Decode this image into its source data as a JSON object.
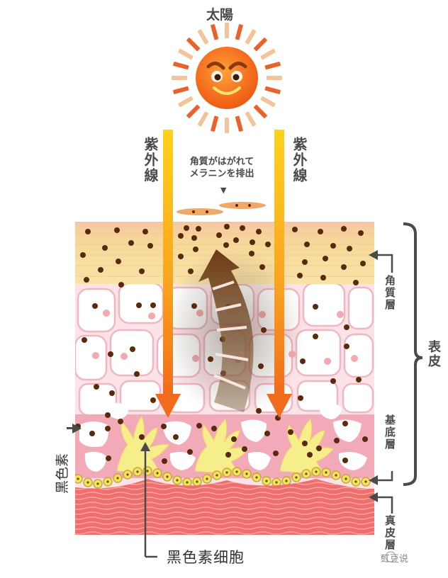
{
  "title": "太陽",
  "uv_labels": {
    "left": "紫外線",
    "right": "紫外線"
  },
  "exfoliation_note": {
    "line1": "角質がはがれて",
    "line2": "メラニンを排出",
    "marker": "▼"
  },
  "layer_labels": {
    "stratum_corneum": "角質層",
    "epidermis": "表皮",
    "basal_layer": "基底層",
    "dermis": "真皮層"
  },
  "annotations": {
    "melanin": "黑色素",
    "melanocyte": "黑色素细胞"
  },
  "watermark": "豇豆说",
  "colors": {
    "sun_core": "#f26a1b",
    "sun_ray_dark": "#e8622a",
    "sun_ray_light": "#f2c49a",
    "uv_arrow_top": "#ffd21a",
    "uv_arrow_bottom": "#f26a1b",
    "corneum": "#f6d99a",
    "corneum_top": "#f3c8a0",
    "epidermis_bg": "#fbe6ea",
    "cell_border": "#f0b7c2",
    "melanin_dot": "#5a2a0e",
    "melanocyte": "#f6ee8a",
    "basal_cell": "#f1e45a",
    "dermis": "#ef6b6b",
    "brown_arrow": "#7a4a22",
    "bracket": "#4a4a4a"
  }
}
